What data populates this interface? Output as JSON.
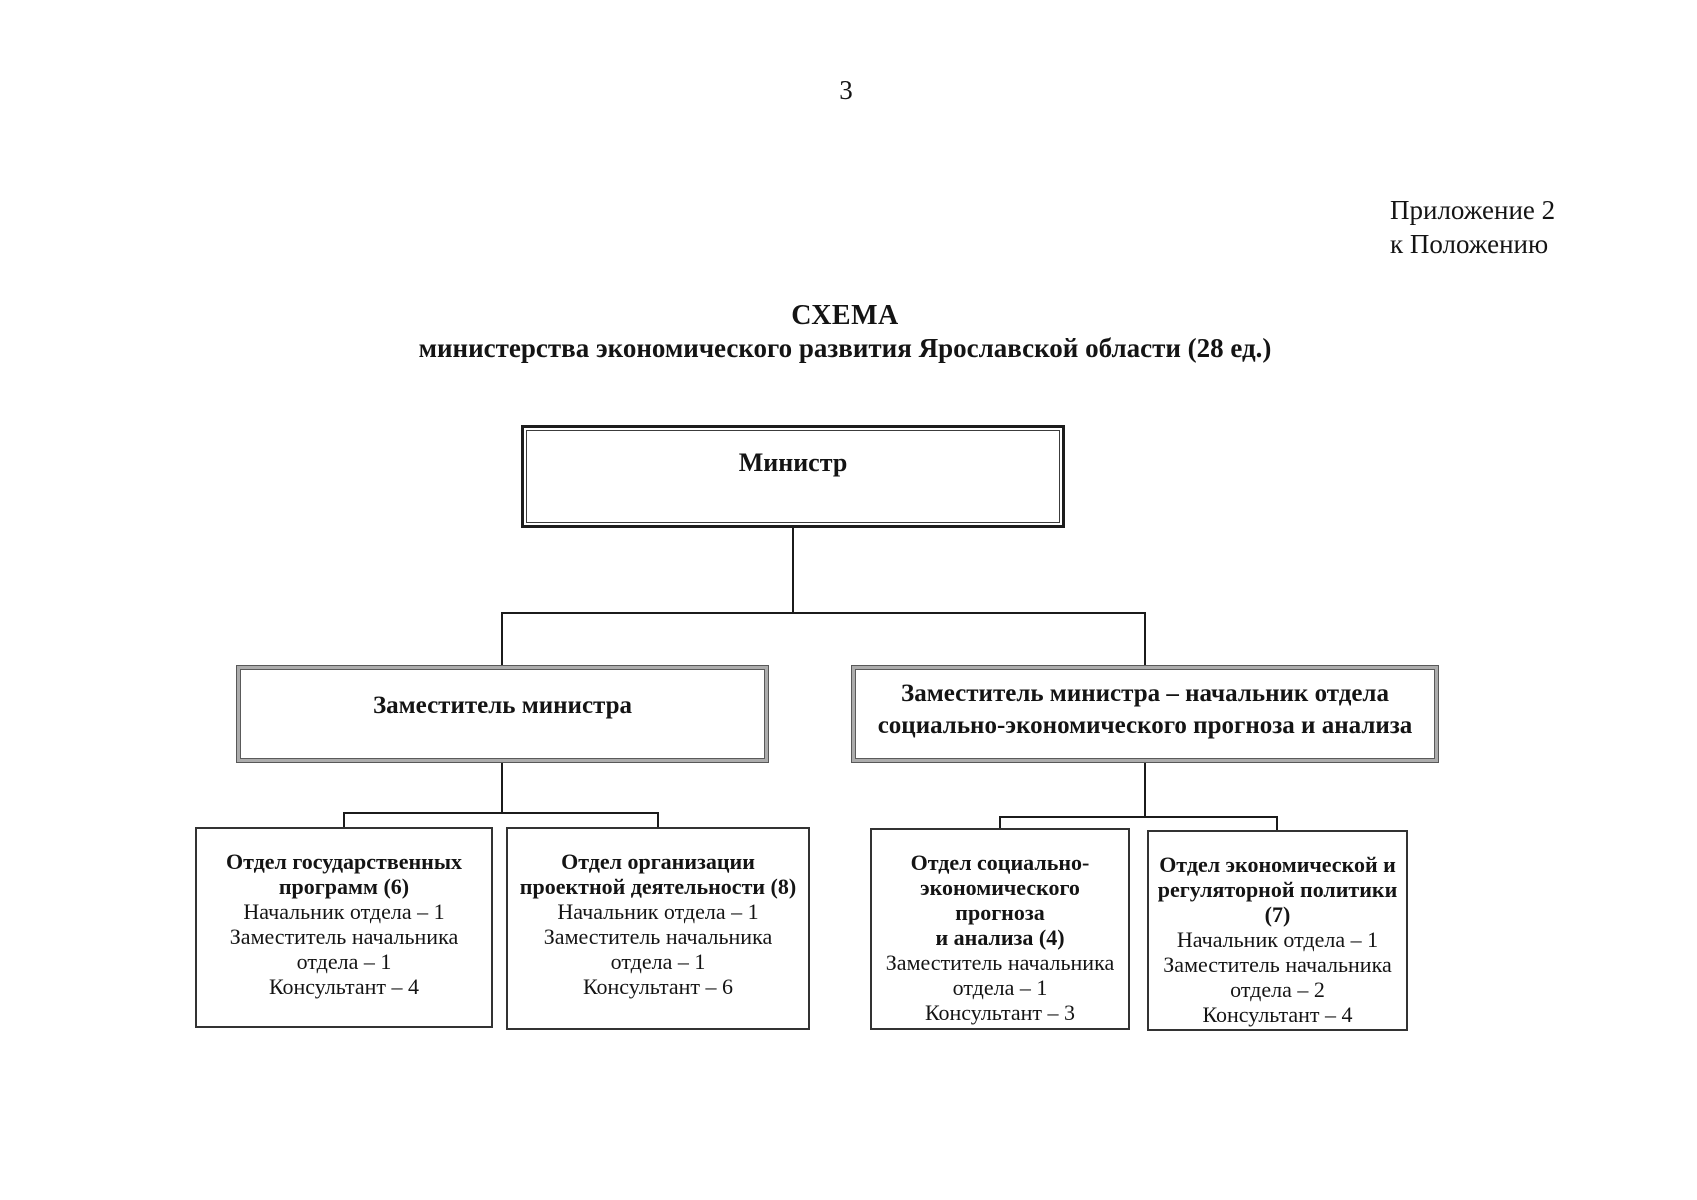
{
  "page_number": "3",
  "appendix_note": "Приложение 2\nк Положению",
  "title": "СХЕМА",
  "subtitle": "министерства экономического развития Ярославской области (28 ед.)",
  "org": {
    "minister": "Министр",
    "deputy_left": "Заместитель министра",
    "deputy_right": "Заместитель министра – начальник отдела\nсоциально-экономического прогноза и анализа",
    "departments": [
      {
        "title": "Отдел государственных\nпрограмм (6)",
        "staff": "Начальник отдела – 1\nЗаместитель начальника\nотдела – 1\nКонсультант – 4"
      },
      {
        "title": "Отдел организации\nпроектной деятельности (8)",
        "staff": "Начальник отдела – 1\nЗаместитель начальника\nотдела – 1\nКонсультант – 6"
      },
      {
        "title": "Отдел социально-\nэкономического\nпрогноза\nи анализа (4)",
        "staff": "Заместитель начальника\nотдела – 1\nКонсультант – 3"
      },
      {
        "title": "Отдел экономической и\nрегуляторной политики\n(7)",
        "staff": "Начальник отдела – 1\nЗаместитель начальника\nотдела – 2\nКонсультант – 4"
      }
    ]
  }
}
